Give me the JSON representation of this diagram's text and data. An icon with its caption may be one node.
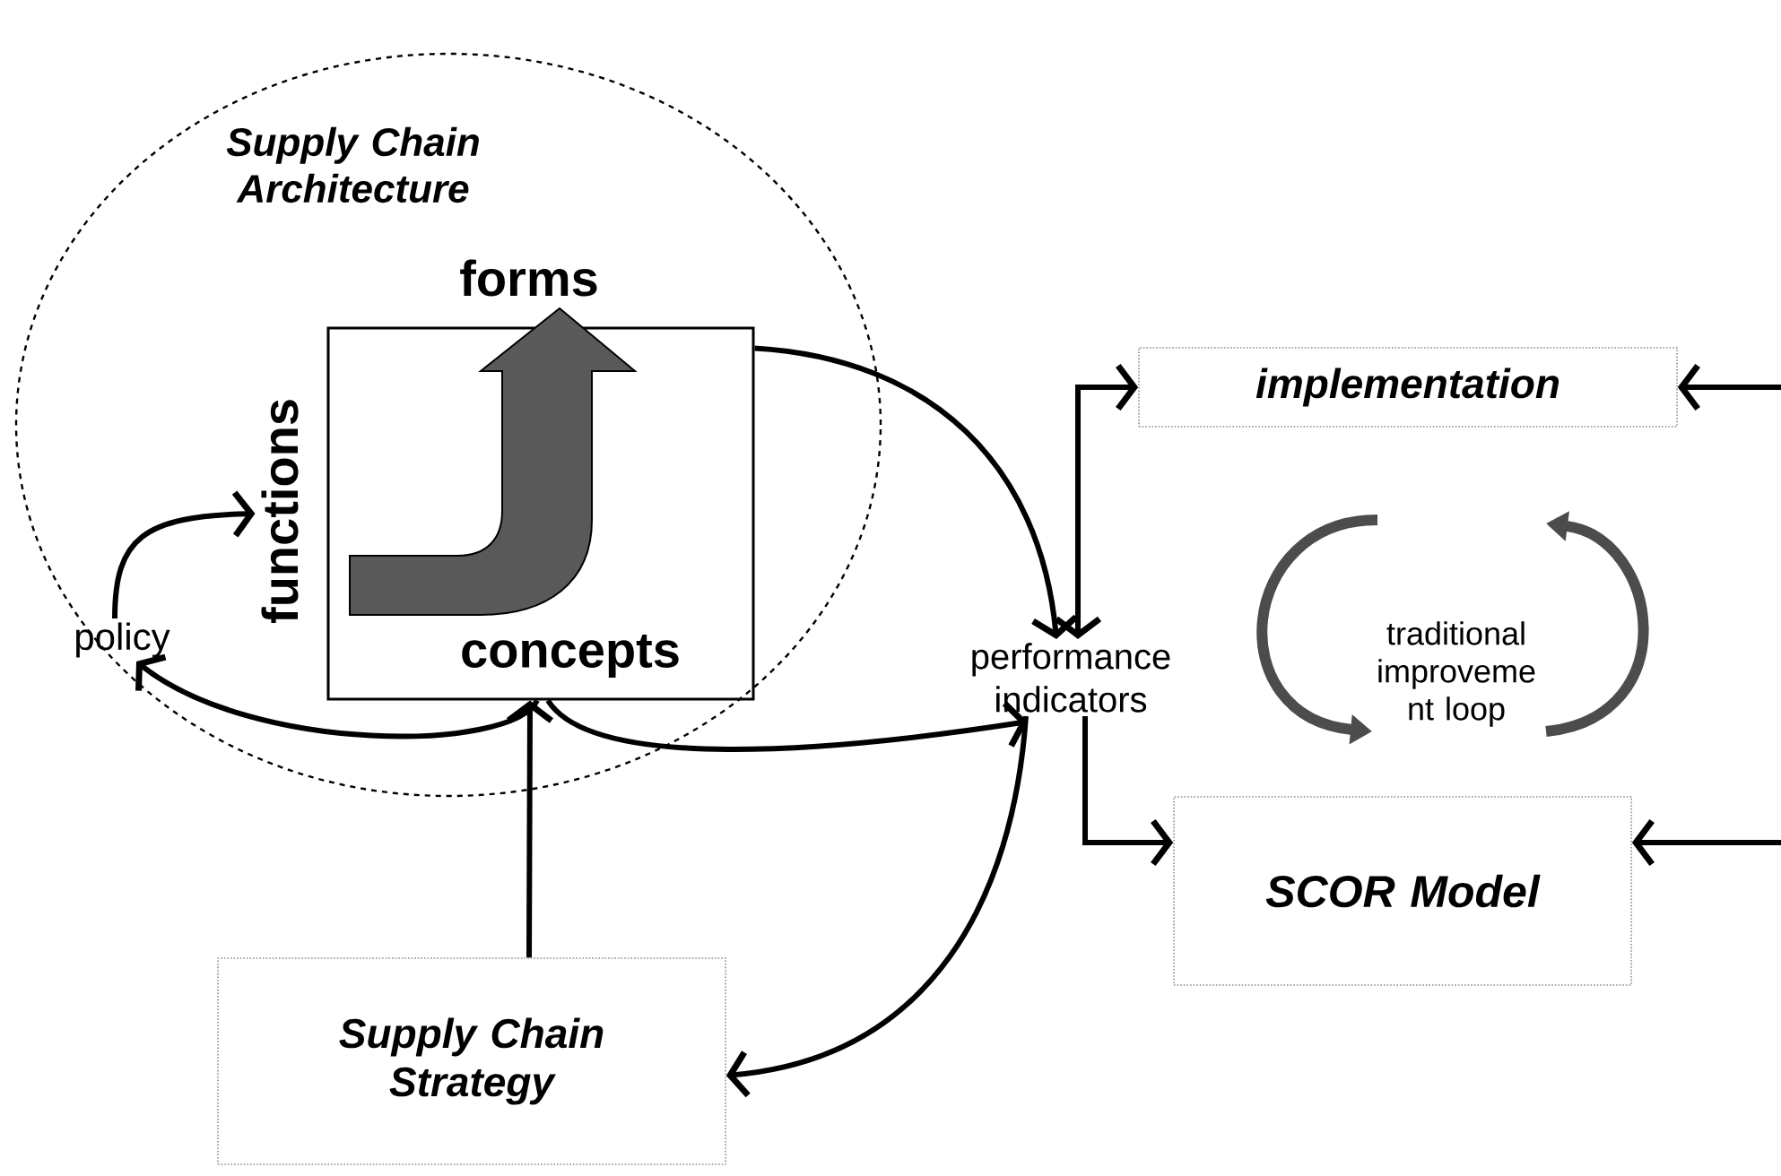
{
  "diagram": {
    "nodes": [
      {
        "text": [
          "Supply Chain Architecture"
        ]
      },
      {
        "text": [
          "forms",
          "functions",
          "concepts"
        ],
        "in": 0
      },
      {
        "text": [
          "policy"
        ],
        "in": 0
      },
      {
        "text": [
          "performance indicators"
        ]
      },
      {
        "text": [
          "implementation"
        ]
      },
      {
        "text": [
          "SCOR Model"
        ]
      },
      {
        "text": [
          "Supply Chain Strategy"
        ]
      }
    ],
    "edges": [
      {
        "from": 1,
        "to": 2,
        "arrow": "to"
      },
      {
        "from": 2,
        "to": 1,
        "arrow": "to"
      },
      {
        "from": 1,
        "to": 3,
        "arrow": "to"
      },
      {
        "from": 3,
        "to": 4,
        "arrow": "both"
      },
      {
        "from": 1,
        "to": 3,
        "arrow": "to"
      },
      {
        "from": 3,
        "to": 5,
        "arrow": "to"
      },
      {
        "from": 6,
        "to": 1,
        "arrow": "to"
      },
      {
        "from": 3,
        "to": 6,
        "arrow": "to"
      },
      {
        "from": null,
        "to": 4,
        "arrow": "to"
      },
      {
        "from": null,
        "to": 5,
        "arrow": "to"
      }
    ],
    "labels": [
      "traditional improveme nt loop"
    ]
  }
}
